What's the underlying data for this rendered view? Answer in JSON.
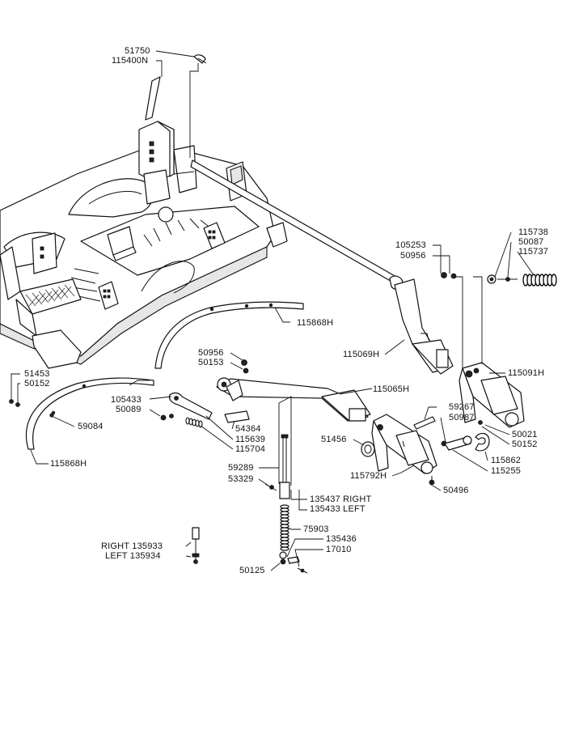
{
  "labels": [
    {
      "id": "l51750",
      "text": "51750"
    },
    {
      "id": "l115400n",
      "text": "115400N"
    },
    {
      "id": "l105253",
      "text": "105253"
    },
    {
      "id": "l50956a",
      "text": "50956"
    },
    {
      "id": "l115738",
      "text": "115738"
    },
    {
      "id": "l50087",
      "text": "50087"
    },
    {
      "id": "l115737",
      "text": "115737"
    },
    {
      "id": "l115868h_top",
      "text": "115868H"
    },
    {
      "id": "l115069h",
      "text": "115069H"
    },
    {
      "id": "l115091h",
      "text": "115091H"
    },
    {
      "id": "l50956b",
      "text": "50956"
    },
    {
      "id": "l50153",
      "text": "50153"
    },
    {
      "id": "l115065h",
      "text": "115065H"
    },
    {
      "id": "l51453",
      "text": "51453"
    },
    {
      "id": "l50152a",
      "text": "50152"
    },
    {
      "id": "l105433",
      "text": "105433"
    },
    {
      "id": "l50089",
      "text": "50089"
    },
    {
      "id": "l54364",
      "text": "54364"
    },
    {
      "id": "l115639",
      "text": "115639"
    },
    {
      "id": "l115704",
      "text": "115704"
    },
    {
      "id": "l59084",
      "text": "59084"
    },
    {
      "id": "l59267",
      "text": "59267"
    },
    {
      "id": "l50987",
      "text": "50987"
    },
    {
      "id": "l50021",
      "text": "50021"
    },
    {
      "id": "l50152b",
      "text": "50152"
    },
    {
      "id": "l51456",
      "text": "51456"
    },
    {
      "id": "l115862",
      "text": "115862"
    },
    {
      "id": "l115255",
      "text": "115255"
    },
    {
      "id": "l115868h_bot",
      "text": "115868H"
    },
    {
      "id": "l59289",
      "text": "59289"
    },
    {
      "id": "l53329",
      "text": "53329"
    },
    {
      "id": "l115792h",
      "text": "115792H"
    },
    {
      "id": "l50496",
      "text": "50496"
    },
    {
      "id": "l135437",
      "text": "135437  RIGHT"
    },
    {
      "id": "l135433",
      "text": "135433  LEFT"
    },
    {
      "id": "l75903",
      "text": "75903"
    },
    {
      "id": "l135436",
      "text": "135436"
    },
    {
      "id": "l17010",
      "text": "17010"
    },
    {
      "id": "l50125",
      "text": "50125"
    },
    {
      "id": "l135933",
      "text": "RIGHT 135933"
    },
    {
      "id": "l135934",
      "text": "LEFT 135934"
    }
  ]
}
